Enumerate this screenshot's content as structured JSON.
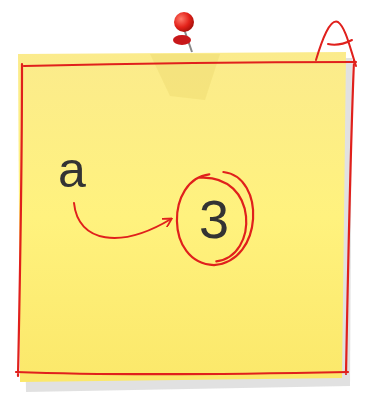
{
  "diagram": {
    "nodes": [
      {
        "text": [
          "a"
        ]
      },
      {
        "text": [
          "3"
        ]
      }
    ],
    "edges": [
      {
        "from": 0,
        "to": 1,
        "arrow": "to"
      }
    ]
  }
}
